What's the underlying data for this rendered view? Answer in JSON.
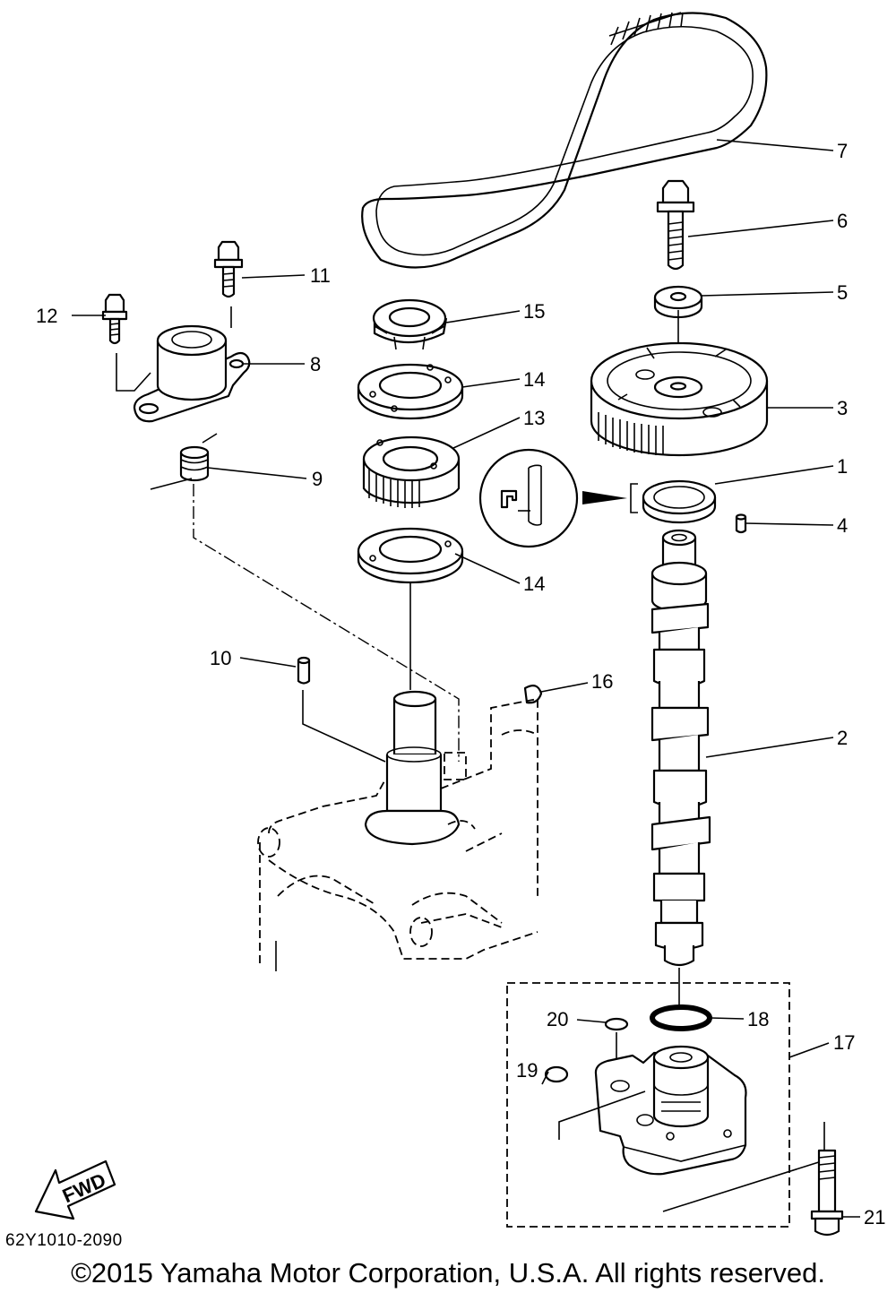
{
  "labels": {
    "p1": "1",
    "p2": "2",
    "p3": "3",
    "p4": "4",
    "p5": "5",
    "p6": "6",
    "p7": "7",
    "p8": "8",
    "p9": "9",
    "p10": "10",
    "p11": "11",
    "p12": "12",
    "p13": "13",
    "p14a": "14",
    "p14b": "14",
    "p15": "15",
    "p16": "16",
    "p17": "17",
    "p18": "18",
    "p19": "19",
    "p20": "20",
    "p21": "21"
  },
  "fwd_label": "FWD",
  "diagram_code": "62Y1010-2090",
  "copyright": "©2015 Yamaha Motor Corporation, U.S.A. All rights reserved."
}
